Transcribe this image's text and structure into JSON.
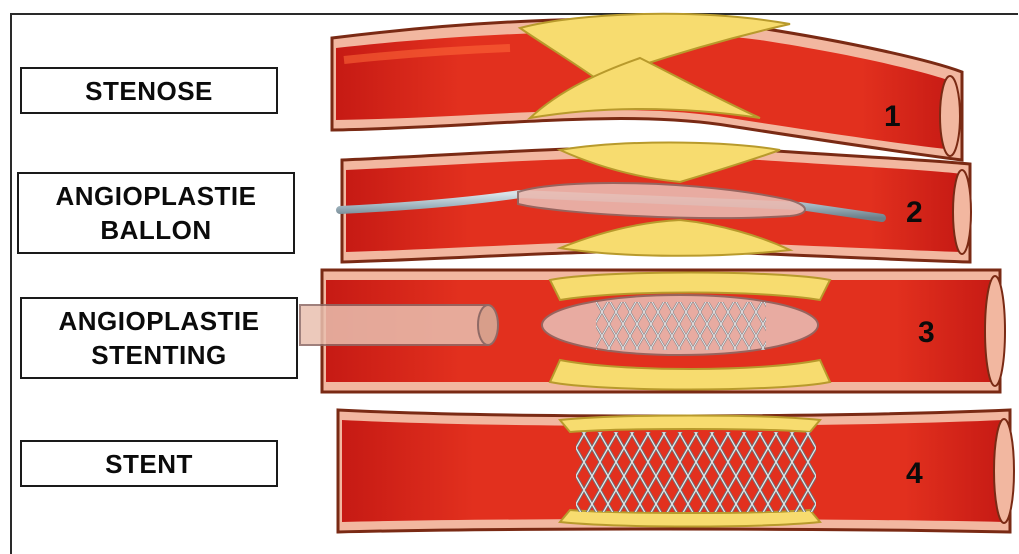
{
  "steps": [
    {
      "label_lines": [
        "STENOSE"
      ],
      "number": "1"
    },
    {
      "label_lines": [
        "ANGIOPLASTIE",
        "BALLON"
      ],
      "number": "2"
    },
    {
      "label_lines": [
        "ANGIOPLASTIE",
        "STENTING"
      ],
      "number": "3"
    },
    {
      "label_lines": [
        "STENT"
      ],
      "number": "4"
    }
  ],
  "colors": {
    "vessel_wall": "#f2b7a0",
    "vessel_outline": "#7a2a14",
    "blood": "#d8231c",
    "blood_highlight": "#ff5a2a",
    "plaque": "#f7dc6f",
    "plaque_outline": "#b89a2c",
    "balloon": "#e9b9b0",
    "catheter": "#9fb4bf",
    "stent": "#c9ccd0"
  }
}
